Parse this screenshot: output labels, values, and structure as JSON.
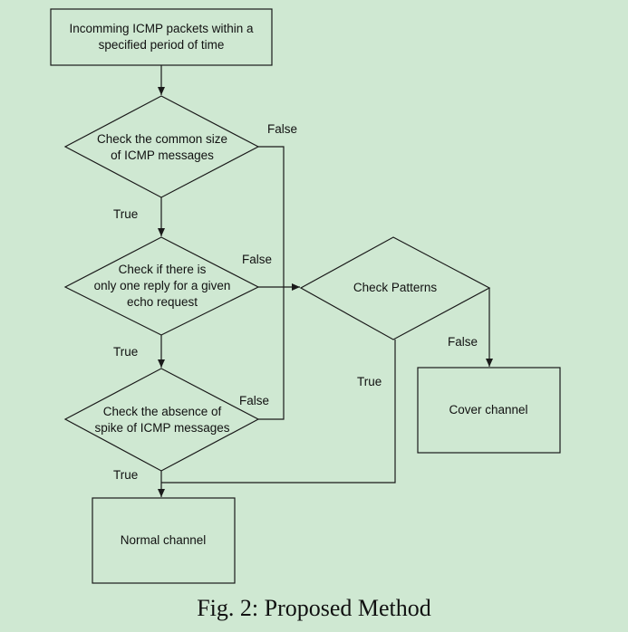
{
  "nodes": {
    "start": [
      "Incomming ICMP packets within a",
      "specified period of time"
    ],
    "check_size": [
      "Check the common size",
      "of ICMP messages"
    ],
    "check_reply": [
      "Check if there is",
      "only one reply for a given",
      "echo request"
    ],
    "check_spike": [
      "Check the absence of",
      "spike of ICMP messages"
    ],
    "check_patterns": [
      "Check Patterns"
    ],
    "normal": [
      "Normal channel"
    ],
    "cover": [
      "Cover channel"
    ]
  },
  "edges": {
    "true": "True",
    "false": "False"
  },
  "caption": "Fig. 2: Proposed Method"
}
